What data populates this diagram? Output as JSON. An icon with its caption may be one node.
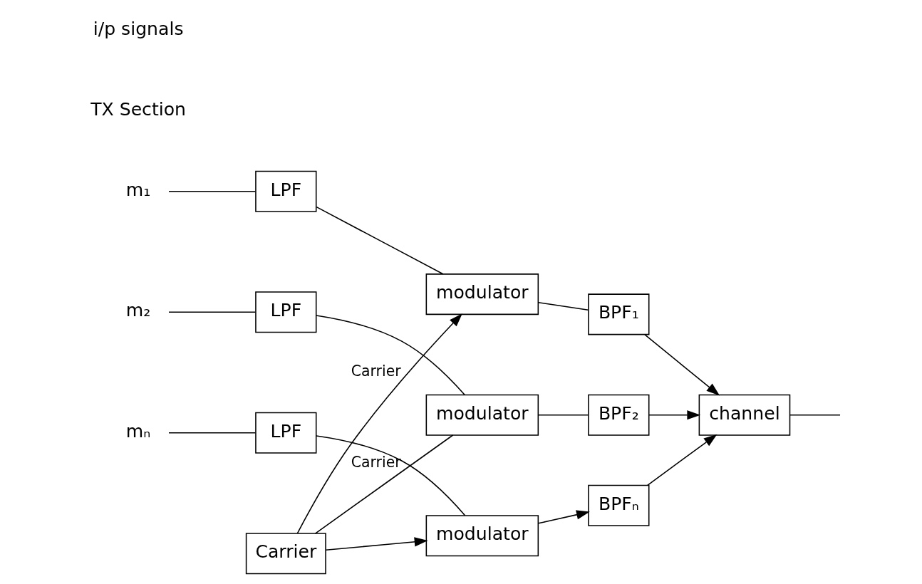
{
  "diagram": {
    "nodes": [
      {
        "text": [
          "m₁"
        ]
      },
      {
        "text": [
          "LPF"
        ]
      },
      {
        "text": [
          "modulator"
        ]
      },
      {
        "text": [
          "BPF₁"
        ]
      },
      {
        "text": [
          "m₂"
        ]
      },
      {
        "text": [
          "LPF"
        ]
      },
      {
        "text": [
          "modulator"
        ]
      },
      {
        "text": [
          "BPF₂"
        ]
      },
      {
        "text": [
          "channel"
        ]
      },
      {
        "text": [
          "mₙ"
        ]
      },
      {
        "text": [
          "LPF"
        ]
      },
      {
        "text": [
          "modulator"
        ]
      },
      {
        "text": [
          "BPFₙ"
        ]
      },
      {
        "text": [
          "Carrier"
        ]
      }
    ],
    "edges": [
      {
        "from": 0,
        "to": 1,
        "arrow": "none"
      },
      {
        "from": 1,
        "to": 2,
        "arrow": "none"
      },
      {
        "from": 2,
        "to": 3,
        "arrow": "none"
      },
      {
        "from": 3,
        "to": 8,
        "arrow": "to"
      },
      {
        "from": 4,
        "to": 5,
        "arrow": "none"
      },
      {
        "from": 5,
        "to": 6,
        "arrow": "none"
      },
      {
        "from": 6,
        "to": 7,
        "arrow": "none"
      },
      {
        "from": 7,
        "to": 8,
        "arrow": "to"
      },
      {
        "from": 9,
        "to": 10,
        "arrow": "none"
      },
      {
        "from": 10,
        "to": 11,
        "arrow": "none"
      },
      {
        "from": 11,
        "to": 12,
        "arrow": "to"
      },
      {
        "from": 12,
        "to": 8,
        "arrow": "to"
      },
      {
        "from": 13,
        "to": 2,
        "arrow": "to",
        "label": "Carrier"
      },
      {
        "from": 13,
        "to": 6,
        "arrow": "none",
        "label": "Carrier"
      },
      {
        "from": 13,
        "to": 11,
        "arrow": "to"
      },
      {
        "from": 8,
        "to": null,
        "arrow": "none"
      }
    ],
    "labels": [
      "TX Section",
      "i/p signals"
    ]
  }
}
